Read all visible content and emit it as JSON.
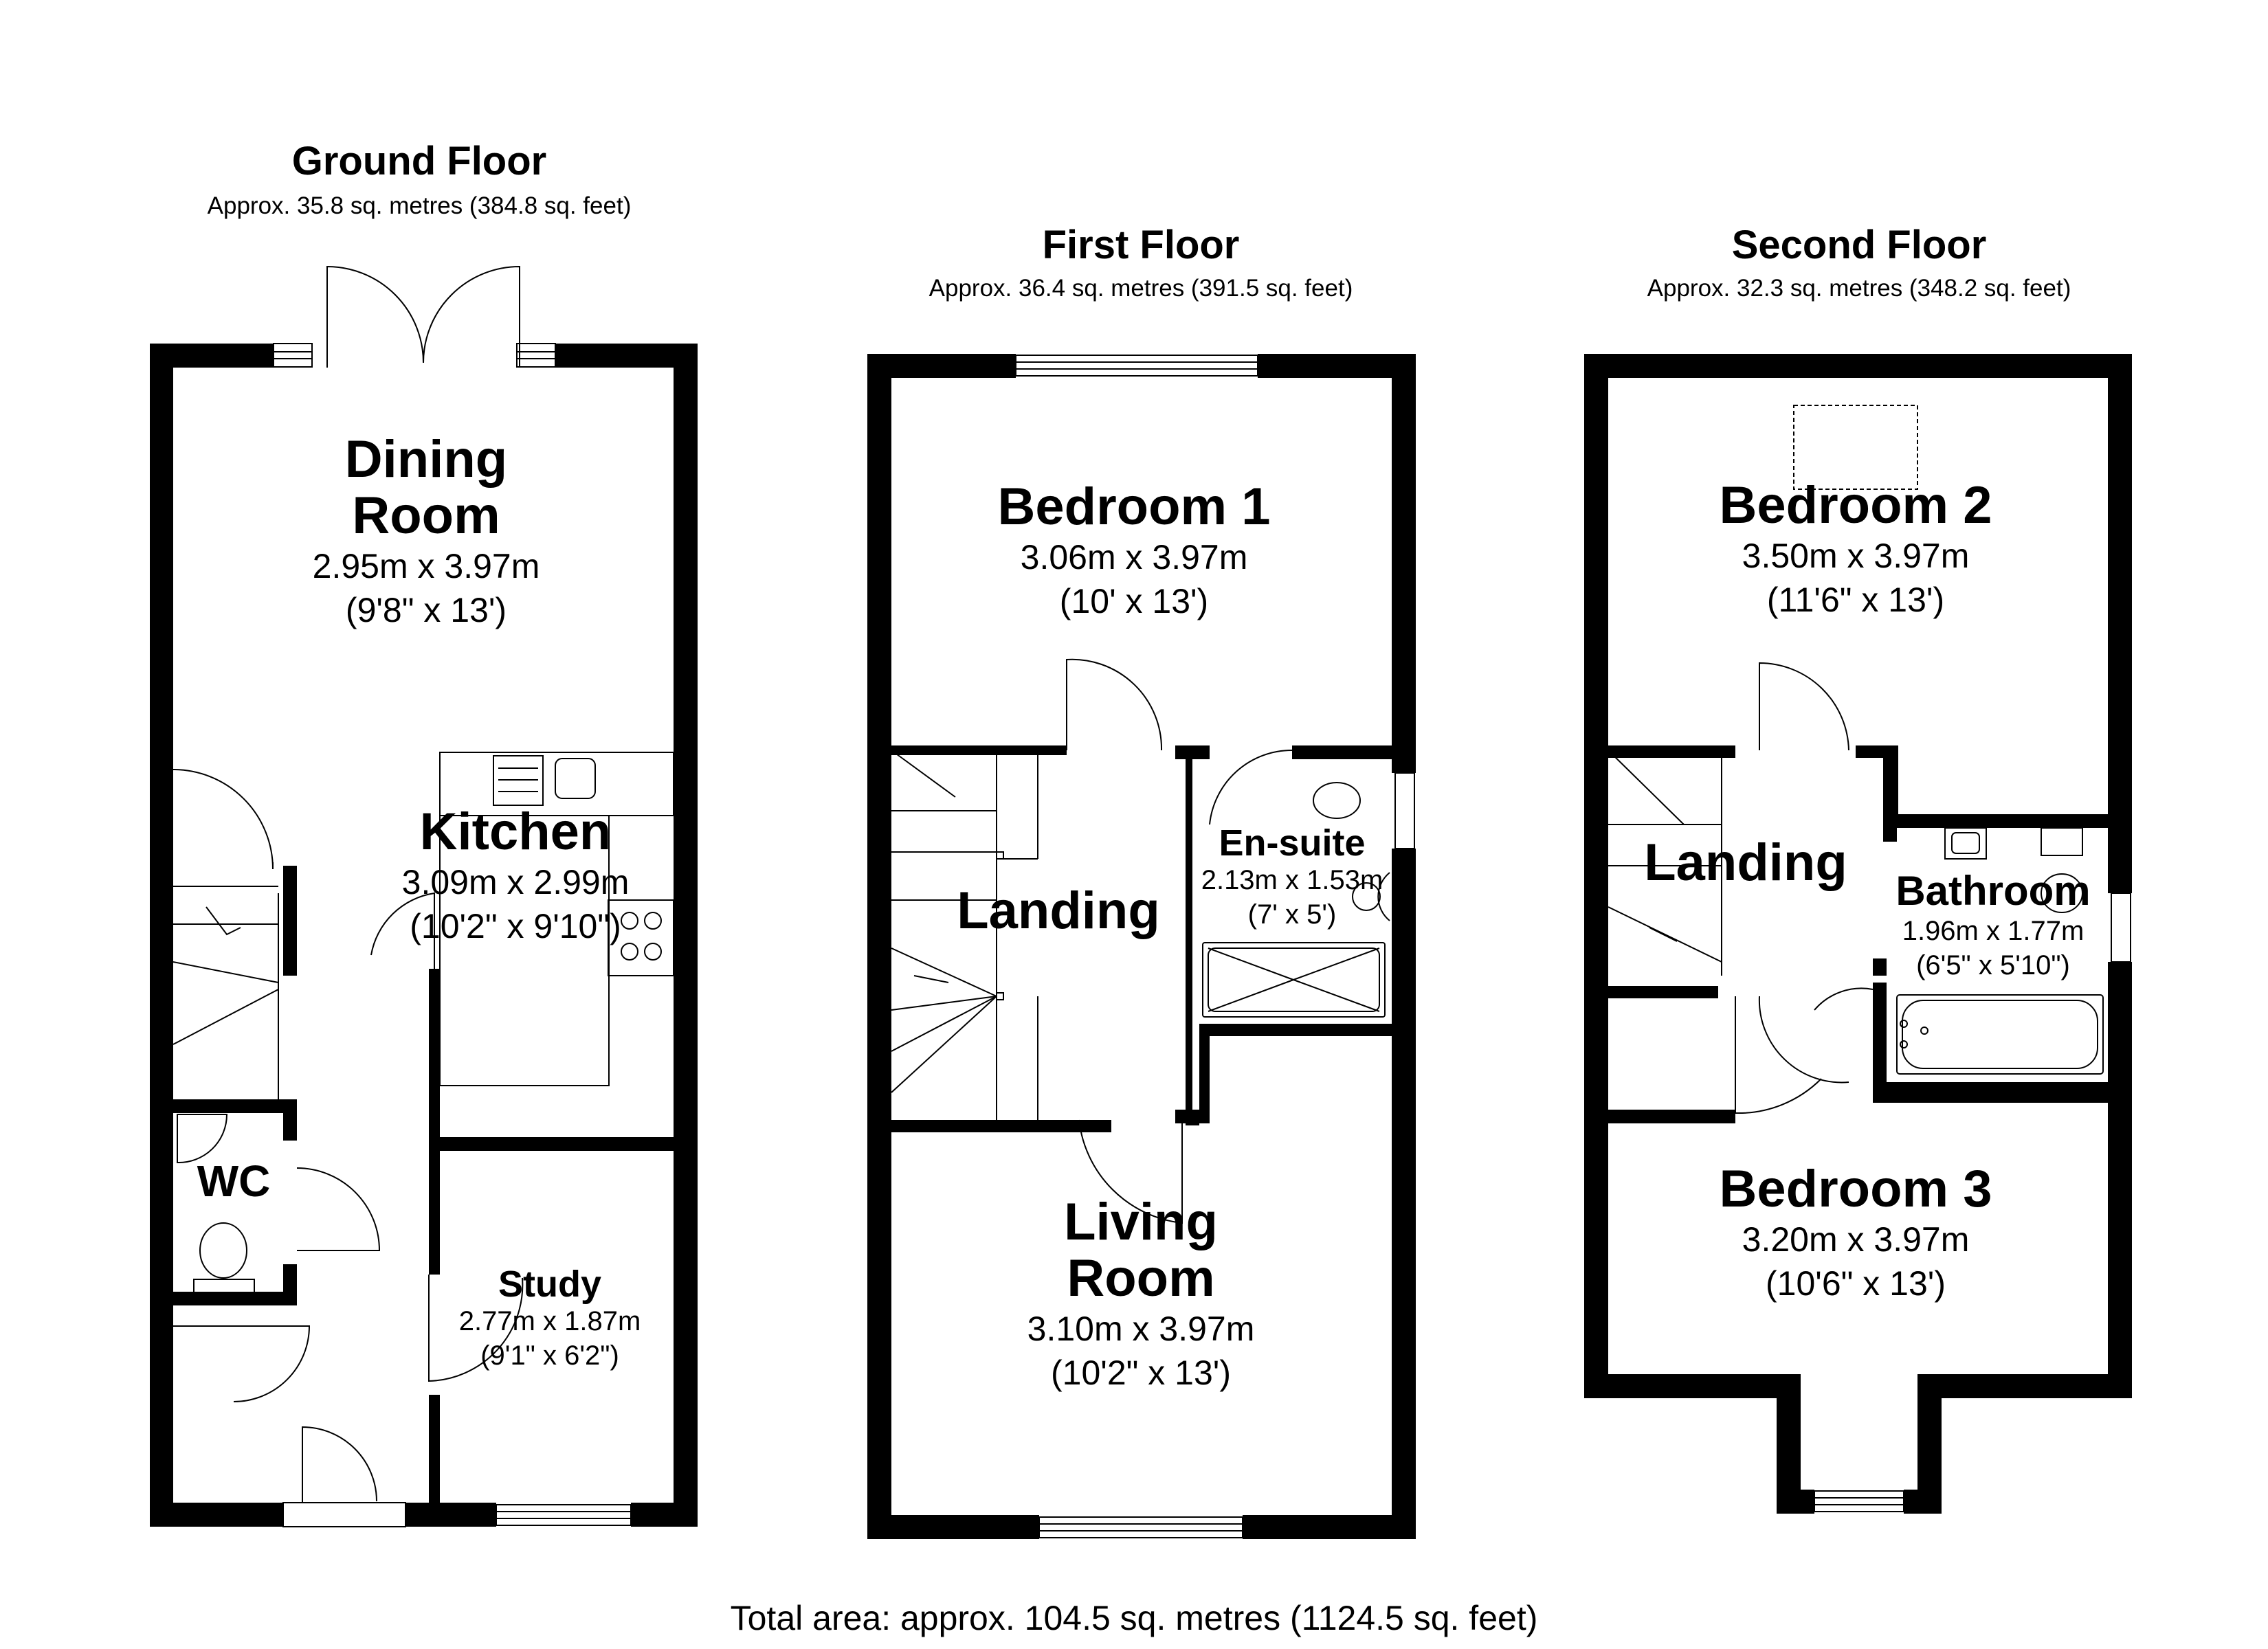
{
  "floors": [
    {
      "title": "Ground Floor",
      "area": "Approx. 35.8 sq. metres (384.8 sq. feet)"
    },
    {
      "title": "First Floor",
      "area": "Approx. 36.4 sq. metres (391.5 sq. feet)"
    },
    {
      "title": "Second Floor",
      "area": "Approx. 32.3 sq. metres (348.2 sq. feet)"
    }
  ],
  "rooms": {
    "dining": {
      "name": "Dining\nRoom",
      "metric": "2.95m x 3.97m",
      "imperial": "(9'8\" x 13')"
    },
    "kitchen": {
      "name": "Kitchen",
      "metric": "3.09m x 2.99m",
      "imperial": "(10'2\" x 9'10\")"
    },
    "wc": {
      "name": "WC"
    },
    "study": {
      "name": "Study",
      "metric": "2.77m x 1.87m",
      "imperial": "(9'1\" x 6'2\")"
    },
    "bedroom1": {
      "name": "Bedroom 1",
      "metric": "3.06m x 3.97m",
      "imperial": "(10' x 13')"
    },
    "landing1": {
      "name": "Landing"
    },
    "ensuite": {
      "name": "En-suite",
      "metric": "2.13m x 1.53m",
      "imperial": "(7' x 5')"
    },
    "living": {
      "name": "Living\nRoom",
      "metric": "3.10m x 3.97m",
      "imperial": "(10'2\" x 13')"
    },
    "bedroom2": {
      "name": "Bedroom 2",
      "metric": "3.50m x 3.97m",
      "imperial": "(11'6\" x 13')"
    },
    "landing2": {
      "name": "Landing"
    },
    "bathroom": {
      "name": "Bathroom",
      "metric": "1.96m x 1.77m",
      "imperial": "(6'5\" x 5'10\")"
    },
    "bedroom3": {
      "name": "Bedroom 3",
      "metric": "3.20m x 3.97m",
      "imperial": "(10'6\" x 13')"
    }
  },
  "total_area": "Total area: approx. 104.5 sq. metres (1124.5 sq. feet)"
}
